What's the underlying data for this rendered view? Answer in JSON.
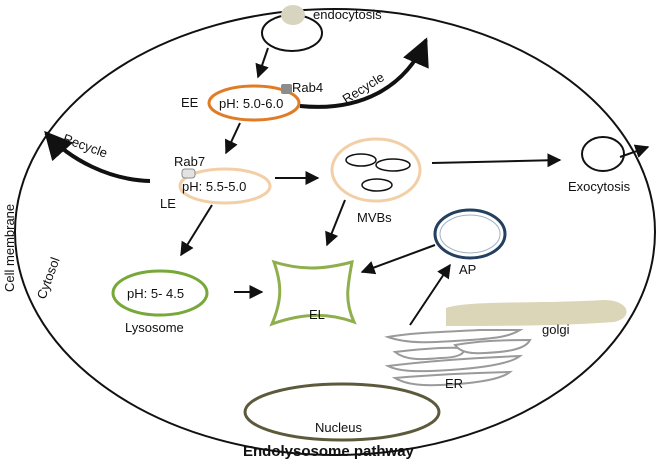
{
  "figure": {
    "title": "Endolysosome pathway"
  },
  "labels": {
    "endocytosis": "endocytosis",
    "rab4": "Rab4",
    "ee": "EE",
    "ee_ph": "pH: 5.0-6.0",
    "recycle_right": "Recycle",
    "recycle_left": "Recycle",
    "rab7": "Rab7",
    "le": "LE",
    "le_ph": "pH: 5.5-5.0",
    "mvbs": "MVBs",
    "exocytosis": "Exocytosis",
    "cell_membrane": "Cell membrane",
    "cytosol": "Cytosol",
    "lysosome_ph": "pH: 5- 4.5",
    "lysosome": "Lysosome",
    "el": "EL",
    "ap": "AP",
    "golgi": "golgi",
    "er": "ER",
    "nucleus": "Nucleus"
  },
  "colors": {
    "ee_ring": "#e07b26",
    "le_ring": "#f2cfa6",
    "mvb_ring": "#f2cfa6",
    "lysosome_ring": "#77a838",
    "el_outline": "#8fae4e",
    "ap_ring": "#24405f",
    "golgi_fill": "#dcd6b8",
    "er_outline": "#9a9a9a",
    "nucleus_outline": "#5d5a3c",
    "vesicle_fill": "#d7d4c0",
    "rab_fill": "#8c8c8c",
    "line": "#111111"
  }
}
